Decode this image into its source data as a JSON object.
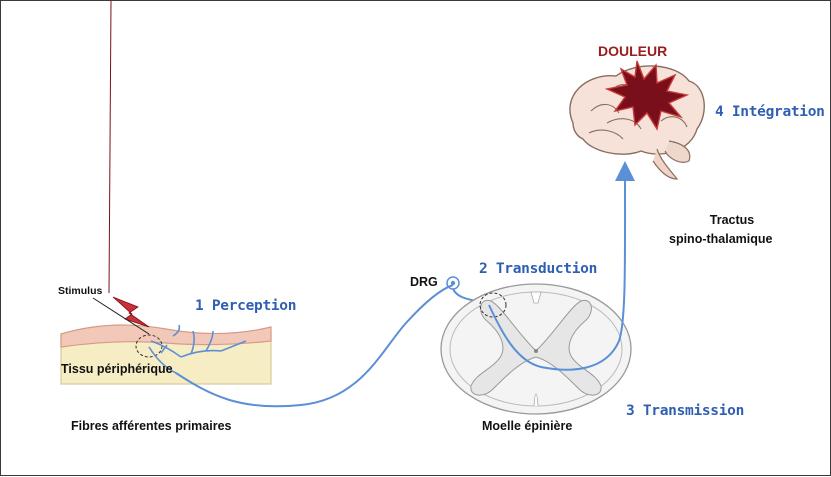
{
  "labels": {
    "pain": "DOULEUR",
    "step1": "1 Perception",
    "step2": "2 Transduction",
    "step3": "3 Transmission",
    "step4": "4 Intégration",
    "stimulus": "Stimulus",
    "tissue": "Tissu périphérique",
    "fibres": "Fibres afférentes primaires",
    "drg": "DRG",
    "tract_line1": "Tractus",
    "tract_line2": "spino-thalamique",
    "spinal_cord": "Moelle épinière"
  },
  "colors": {
    "pain_text": "#9b1c1c",
    "step_text": "#2f5fb3",
    "fibre": "#5b8fd6",
    "skin": "#f2c9b8",
    "tissue": "#f7edc4",
    "lightning": "#c9303a",
    "brain": "#f6e2d8",
    "burst": "#7a0f1c"
  },
  "icons": [
    "lightning-bolt-icon",
    "pain-burst-icon",
    "brain-icon",
    "spinal-cord-icon",
    "drg-ganglion-icon"
  ]
}
